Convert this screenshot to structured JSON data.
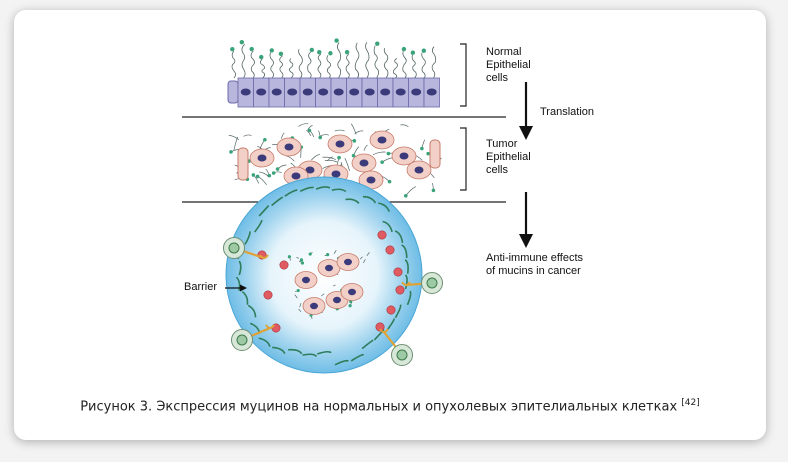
{
  "figure": {
    "labels": {
      "normal_cells": "Normal\nEpithelial\ncells",
      "tumor_cells": "Tumor\nEpithelial\ncells",
      "translation": "Translation",
      "anti_immune": "Anti-immune effects\nof mucins in cancer",
      "barrier": "Barrier"
    }
  },
  "caption": {
    "text": "Рисунок 3. Экспрессия муцинов на нормальных и опухолевых эпителиальных клетках",
    "reference": "[42]"
  },
  "colors": {
    "normal_cell_fill": "#b8b6dc",
    "nucleus": "#3b3a7a",
    "tumor_cell_fill": "#f2d0c8",
    "mucin_dot": "#3aa37a",
    "barrier_ring": "#7cc4e8",
    "immune_cell": "#9ec9a5",
    "binding_dot": "#e05a62",
    "receptor": "#e0a236"
  }
}
